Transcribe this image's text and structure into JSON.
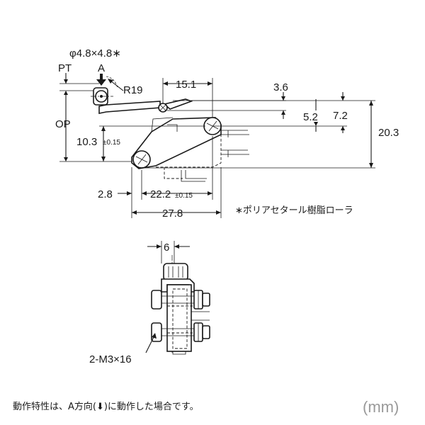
{
  "front_view": {
    "roller_label": "φ4.8×4.8∗",
    "pt_label": "PT",
    "a_label": "A",
    "r_label": "R19",
    "op_label": "OP",
    "dim_15_1": "15.1",
    "dim_3_6": "3.6",
    "dim_5_2": "5.2",
    "dim_7_2": "7.2",
    "dim_20_3": "20.3",
    "dim_10_3": "10.3",
    "tol_10_3": "±0.15",
    "dim_2_8": "2.8",
    "dim_22_2": "22.2",
    "tol_22_2": "±0.15",
    "dim_27_8": "27.8"
  },
  "material_note": "∗ポリアセタール樹脂ローラ",
  "bottom_view": {
    "dim_6": "6",
    "screw_label": "2-M3×16"
  },
  "footnote": "動作特性は、A方向(⬇)に動作した場合です。",
  "unit_label": "(mm)"
}
